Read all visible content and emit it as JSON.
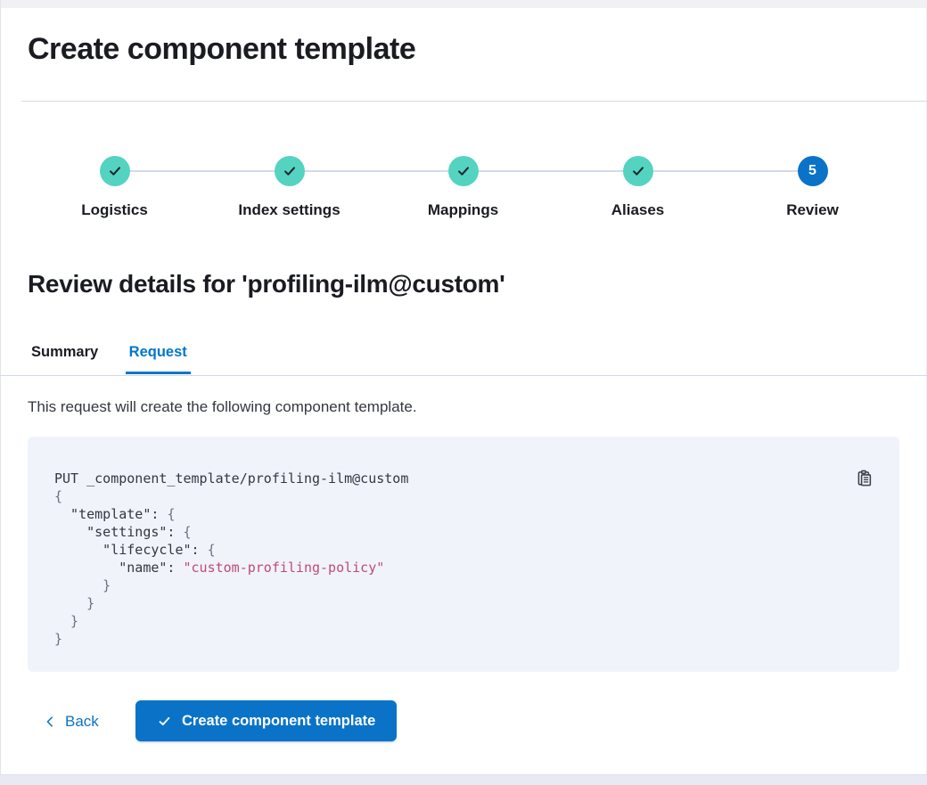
{
  "page": {
    "title": "Create component template"
  },
  "stepper": {
    "steps": [
      {
        "label": "Logistics",
        "status": "complete"
      },
      {
        "label": "Index settings",
        "status": "complete"
      },
      {
        "label": "Mappings",
        "status": "complete"
      },
      {
        "label": "Aliases",
        "status": "complete"
      },
      {
        "label": "Review",
        "status": "current",
        "number": "5"
      }
    ]
  },
  "review": {
    "heading": "Review details for 'profiling-ilm@custom'",
    "tabs": [
      {
        "label": "Summary",
        "selected": false
      },
      {
        "label": "Request",
        "selected": true
      }
    ],
    "description": "This request will create the following component template."
  },
  "code_block": {
    "copy_icon": "copy-clipboard-icon",
    "lines": [
      [
        {
          "c": "code-default",
          "t": "PUT _component_template/profiling-ilm@custom"
        }
      ],
      [
        {
          "c": "code-punct",
          "t": "{"
        }
      ],
      [
        {
          "c": "code-key",
          "t": "  \"template\": "
        },
        {
          "c": "code-punct",
          "t": "{"
        }
      ],
      [
        {
          "c": "code-key",
          "t": "    \"settings\": "
        },
        {
          "c": "code-punct",
          "t": "{"
        }
      ],
      [
        {
          "c": "code-key",
          "t": "      \"lifecycle\": "
        },
        {
          "c": "code-punct",
          "t": "{"
        }
      ],
      [
        {
          "c": "code-key",
          "t": "        \"name\": "
        },
        {
          "c": "code-string",
          "t": "\"custom-profiling-policy\""
        }
      ],
      [
        {
          "c": "code-punct",
          "t": "      }"
        }
      ],
      [
        {
          "c": "code-punct",
          "t": "    }"
        }
      ],
      [
        {
          "c": "code-punct",
          "t": "  }"
        }
      ],
      [
        {
          "c": "code-punct",
          "t": "}"
        }
      ]
    ]
  },
  "footer": {
    "back_label": "Back",
    "create_label": "Create component template"
  },
  "colors": {
    "primary_blue": "#0a73c8",
    "tab_blue": "#0077cc",
    "success_teal": "#54d3c1",
    "border_gray": "#d3dae6",
    "code_background": "#f0f3fa",
    "code_string_pink": "#bd4c78",
    "code_punct_gray": "#697180",
    "heading_dark": "#1a1c21",
    "body_text": "#343741"
  }
}
